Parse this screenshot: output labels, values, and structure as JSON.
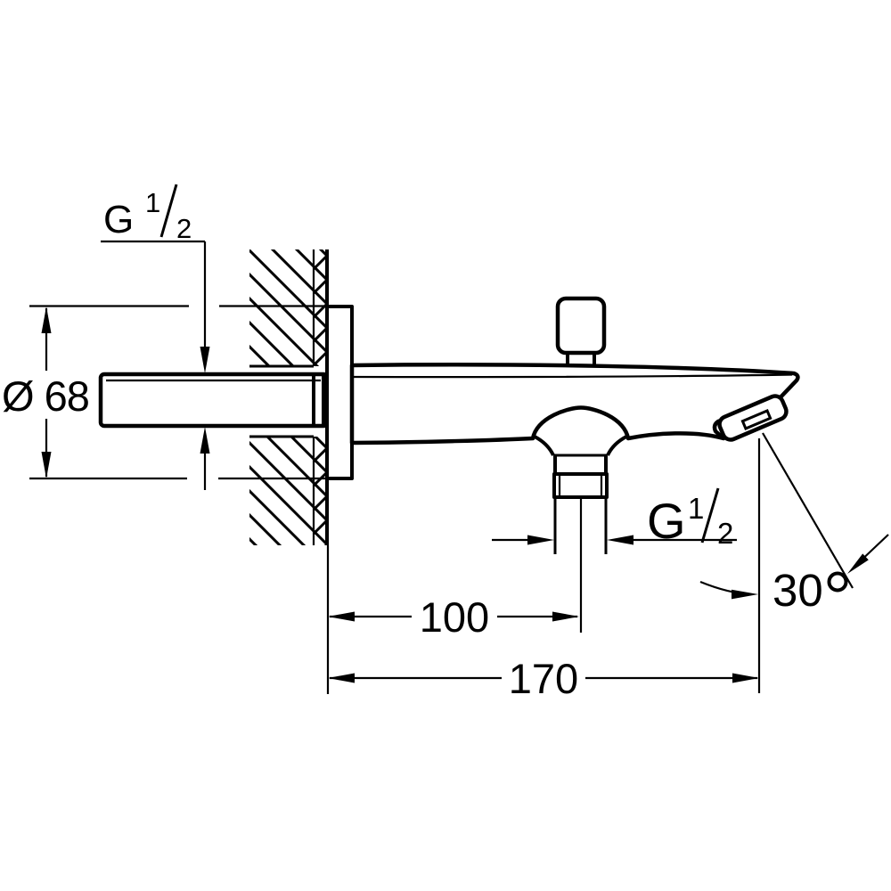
{
  "drawing": {
    "background_color": "#ffffff",
    "line_color": "#000000"
  },
  "annotations": {
    "inlet_thread": {
      "label": "G 1/2",
      "g": "G",
      "num": "1",
      "den": "2"
    },
    "outlet_thread": {
      "label": "G 1/2",
      "g": "G",
      "num": "1",
      "den": "2"
    },
    "escutcheon_diameter": {
      "label": "Ø 68"
    },
    "wall_to_outlet_center": {
      "label": "100"
    },
    "wall_to_spout_tip": {
      "label": "170"
    },
    "spray_angle": {
      "label": "30",
      "degree_symbol": "°"
    }
  }
}
